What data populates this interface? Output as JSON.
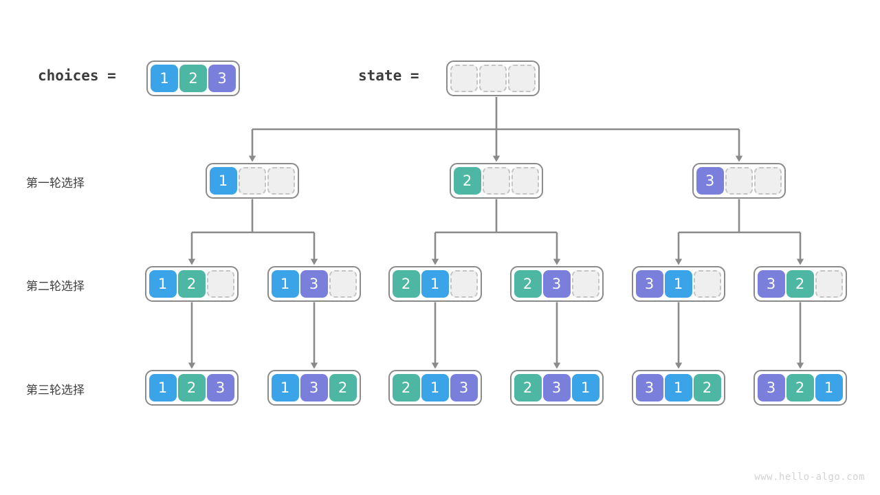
{
  "palette": {
    "blue": "#3ba4e8",
    "teal": "#4eb7a4",
    "purple": "#7b7fdc",
    "empty_fill": "#efefef",
    "empty_border": "#c4c4c4",
    "group_border": "#8a8a8a",
    "wire": "#8a8a8a",
    "text_dark": "#3c3c3c",
    "watermark": "#d2d2d2",
    "background": "#ffffff"
  },
  "header": {
    "choices_label": "choices  =",
    "choices_values": [
      "1",
      "2",
      "3"
    ],
    "state_label": "state  =",
    "state_values": [
      "",
      "",
      ""
    ]
  },
  "rows": [
    {
      "label": "第一轮选择",
      "nodes": [
        {
          "values": [
            "1",
            "",
            ""
          ]
        },
        {
          "values": [
            "2",
            "",
            ""
          ]
        },
        {
          "values": [
            "3",
            "",
            ""
          ]
        }
      ]
    },
    {
      "label": "第二轮选择",
      "nodes": [
        {
          "values": [
            "1",
            "2",
            ""
          ]
        },
        {
          "values": [
            "1",
            "3",
            ""
          ]
        },
        {
          "values": [
            "2",
            "1",
            ""
          ]
        },
        {
          "values": [
            "2",
            "3",
            ""
          ]
        },
        {
          "values": [
            "3",
            "1",
            ""
          ]
        },
        {
          "values": [
            "3",
            "2",
            ""
          ]
        }
      ]
    },
    {
      "label": "第三轮选择",
      "nodes": [
        {
          "values": [
            "1",
            "2",
            "3"
          ]
        },
        {
          "values": [
            "1",
            "3",
            "2"
          ]
        },
        {
          "values": [
            "2",
            "1",
            "3"
          ]
        },
        {
          "values": [
            "2",
            "3",
            "1"
          ]
        },
        {
          "values": [
            "3",
            "1",
            "2"
          ]
        },
        {
          "values": [
            "3",
            "2",
            "1"
          ]
        }
      ]
    }
  ],
  "watermark": "www.hello-algo.com"
}
